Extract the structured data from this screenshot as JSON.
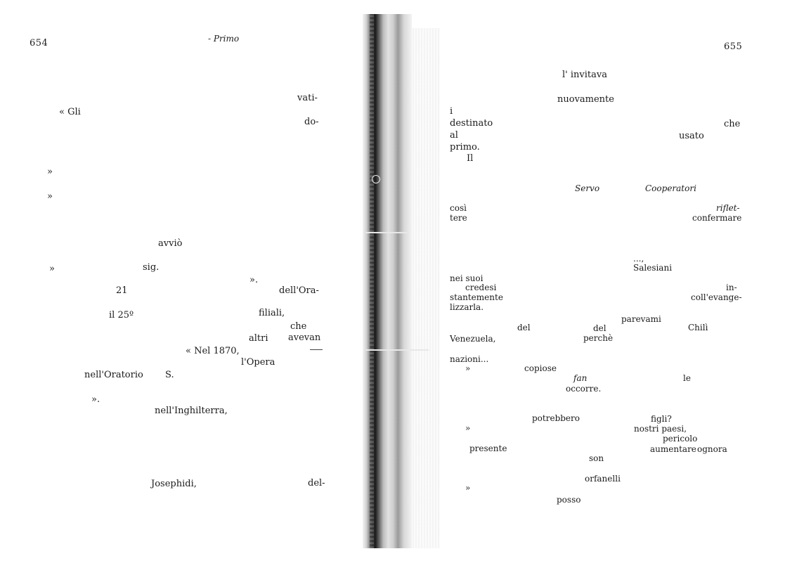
{
  "left_page": {
    "page_number": "654",
    "running_head": "- Primo",
    "words": [
      "vati-",
      "« Gli",
      "do-",
      "»",
      "»",
      "avviò",
      "»",
      "sig.",
      "».",
      "21",
      "dell'Ora-",
      "il 25º",
      "filiali,",
      "che",
      "altri",
      "avevan",
      "« Nel 1870,",
      "l'Opera",
      "nell'Oratorio",
      "S.",
      "».",
      "nell'Inghilterra,",
      "Josephidi,",
      "del-"
    ]
  },
  "right_page": {
    "page_number": "655",
    "words": [
      "l' invitava",
      "nuovamente",
      "i",
      "destinato",
      "che",
      "al",
      "usato",
      "primo.",
      "Il",
      "Servo",
      "Cooperatori",
      "così",
      "riflet-",
      "tere",
      "confermare",
      "...,",
      "Salesiani",
      "nei suoi",
      "in-",
      "credesi",
      "stantemente",
      "coll'evange-",
      "lizzarla.",
      "parevami",
      "del",
      "del",
      "Chilì",
      "Venezuela,",
      "perchè",
      "nazioni...",
      "»",
      "copiose",
      "fan",
      "le",
      "occorre.",
      "potrebbero",
      "figli?",
      "»",
      "nostri paesi,",
      "pericolo",
      "presente",
      "aumentare",
      "ognora",
      "son",
      "orfanelli",
      "»",
      "posso"
    ]
  }
}
